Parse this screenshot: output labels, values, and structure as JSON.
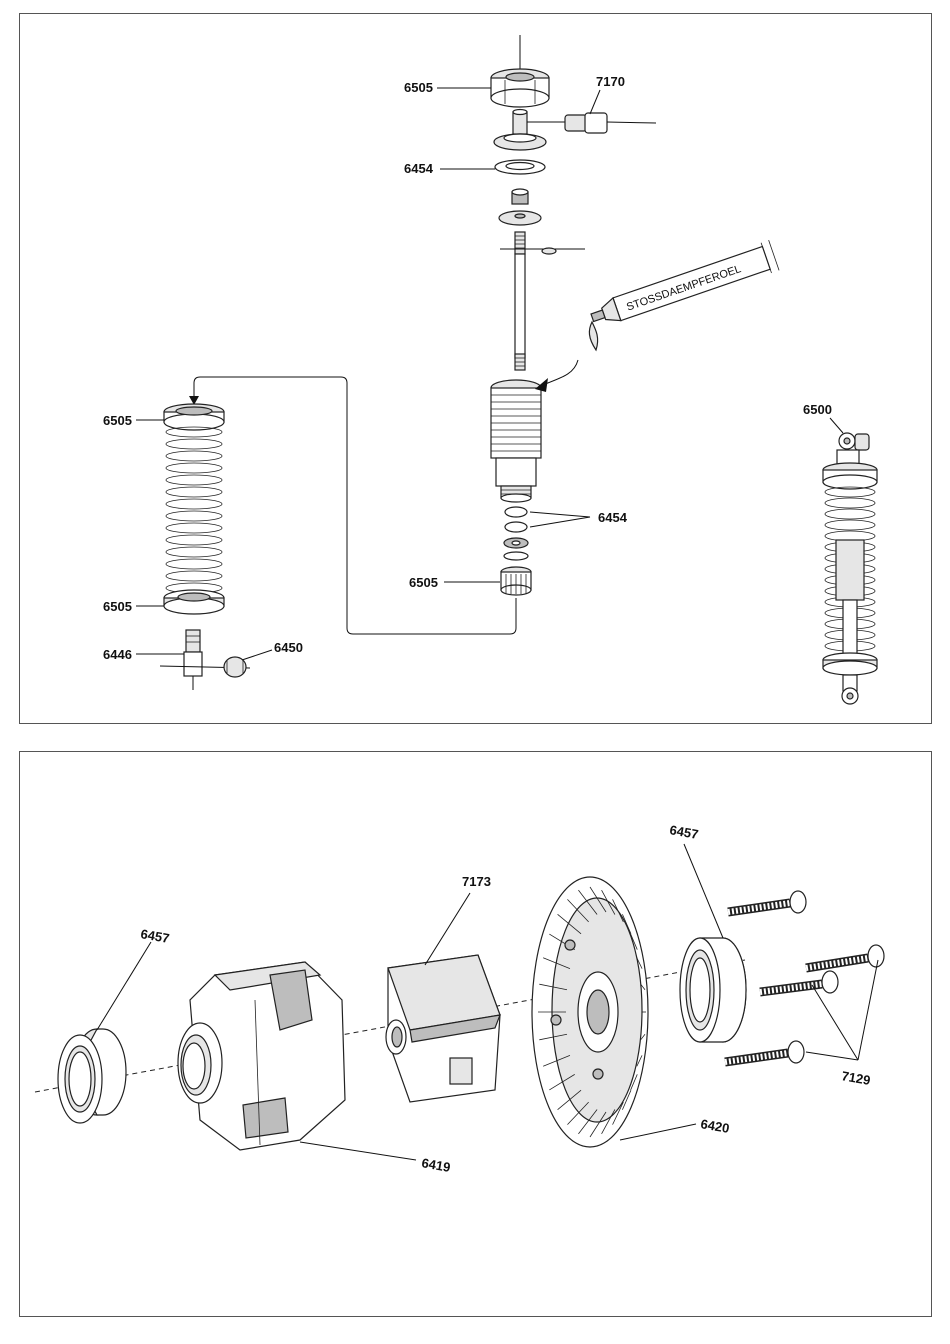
{
  "top_panel": {
    "labels": {
      "nut_top": "6505",
      "ball_end": "7170",
      "seal_top": "6454",
      "spring_cap_top": "6505",
      "seals_bottom": "6454",
      "nut_bottom": "6505",
      "spring_cap_bottom": "6505",
      "rod_end": "6446",
      "ball": "6450",
      "complete_shock": "6500"
    },
    "oil_tube_text": "STOSSDAEMPFEROEL"
  },
  "bottom_panel": {
    "labels": {
      "bearing_left": "6457",
      "diff_case": "6419",
      "diff_insert": "7173",
      "ring_gear": "6420",
      "bearing_right": "6457",
      "screws": "7129"
    }
  }
}
